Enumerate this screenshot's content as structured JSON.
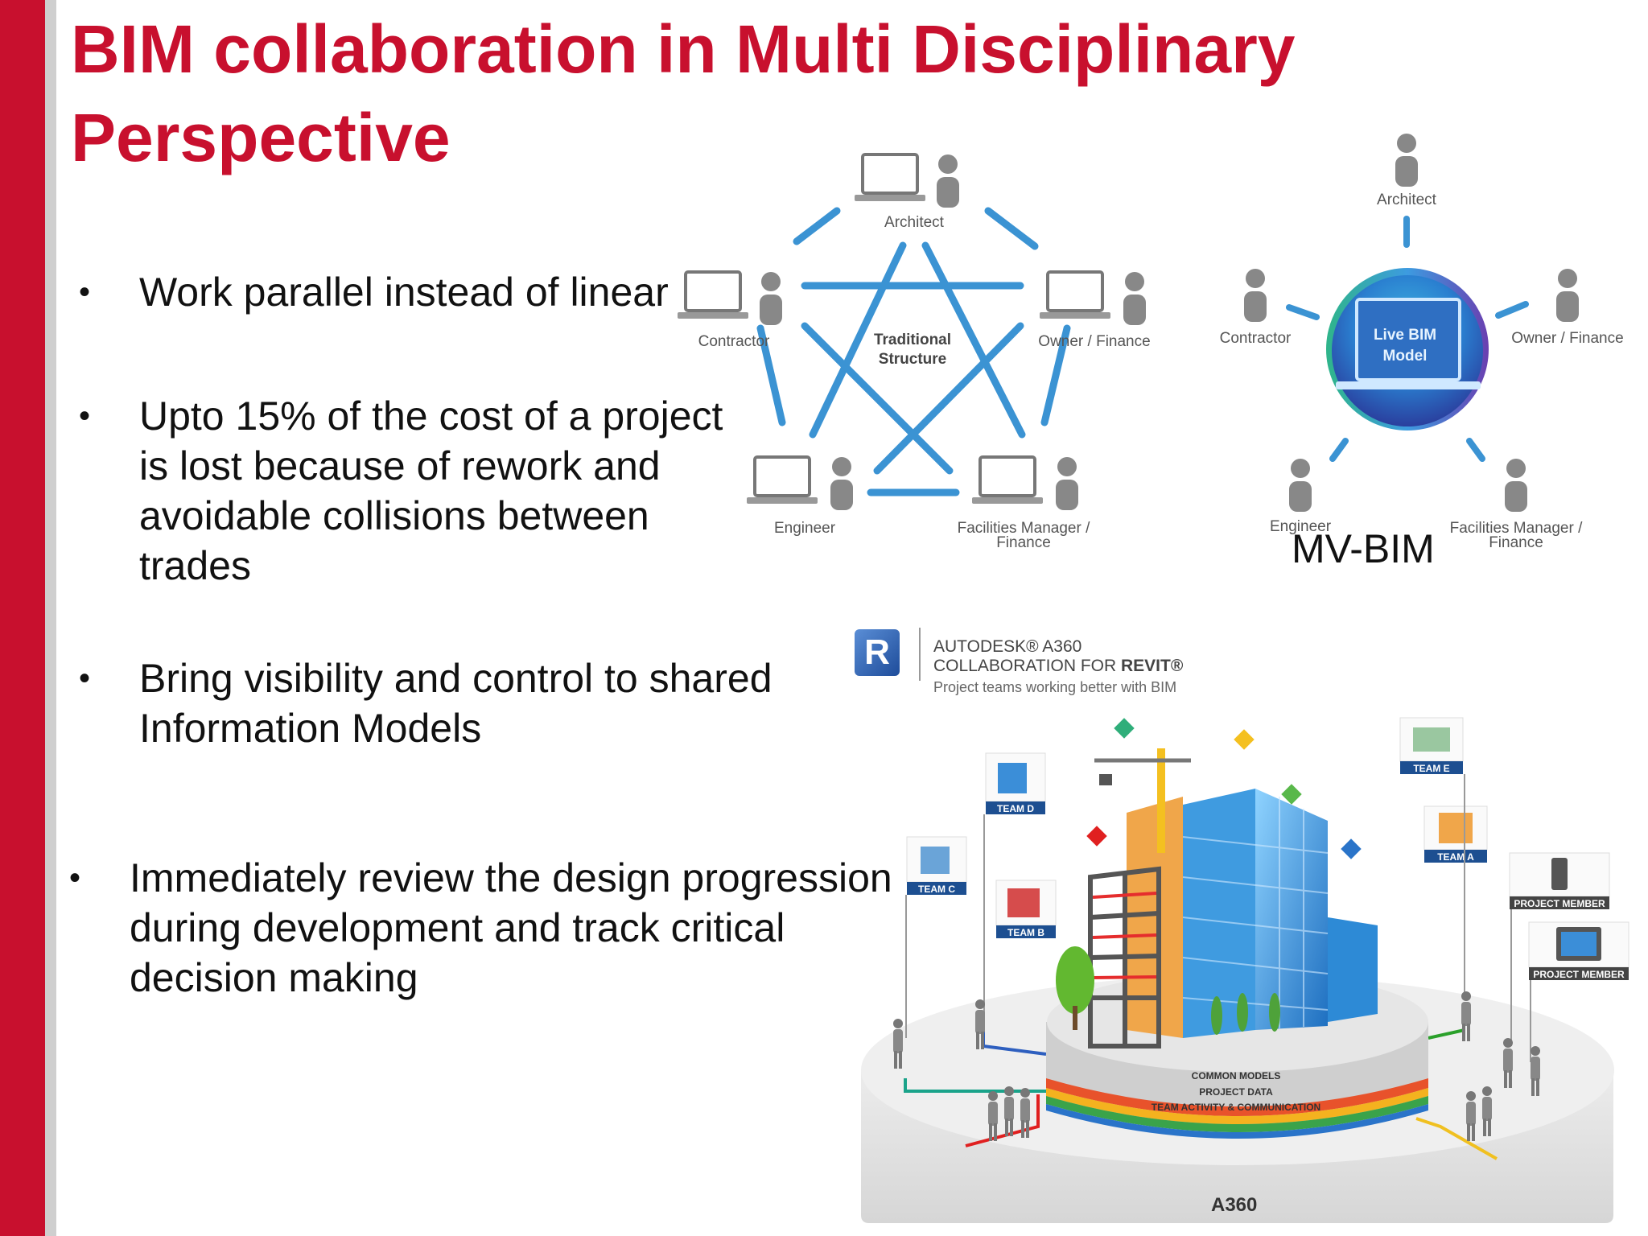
{
  "slide": {
    "title": "BIM collaboration in Multi Disciplinary Perspective",
    "bullets": [
      {
        "text": "Work parallel instead of linear"
      },
      {
        "text": "Upto 15% of the cost of a project\nis lost because of rework and\navoidable collisions between\ntrades"
      },
      {
        "text": "Bring visibility and control to shared\nInformation Models"
      },
      {
        "text": "Immediately review the design progression\nduring development and track critical\ndecision making"
      }
    ]
  },
  "traditional_diagram": {
    "center_label_1": "Traditional",
    "center_label_2": "Structure",
    "nodes": {
      "architect": "Architect",
      "contractor": "Contractor",
      "owner": "Owner / Finance",
      "engineer": "Engineer",
      "facilities_1": "Facilities Manager /",
      "facilities_2": "Finance"
    }
  },
  "mvbim_diagram": {
    "hub_label_1": "Live BIM",
    "hub_label_2": "Model",
    "caption": "MV-BIM",
    "nodes": {
      "architect": "Architect",
      "contractor": "Contractor",
      "owner": "Owner / Finance",
      "engineer": "Engineer",
      "facilities_1": "Facilities Manager /",
      "facilities_2": "Finance"
    }
  },
  "a360": {
    "brand_line": "AUTODESK® A360",
    "product_prefix": "COLLABORATION FOR ",
    "product_name": "REVIT®",
    "tagline": "Project teams working better with BIM",
    "teams": [
      "TEAM D",
      "TEAM C",
      "TEAM B",
      "TEAM E",
      "TEAM A"
    ],
    "members": [
      "PROJECT MEMBER",
      "PROJECT MEMBER"
    ],
    "bands": [
      "COMMON MODELS",
      "PROJECT DATA",
      "TEAM ACTIVITY & COMMUNICATION"
    ],
    "platform_label": "A360"
  },
  "colors": {
    "accent_red": "#c8102e",
    "diagram_blue": "#3b93d3",
    "person_grey": "#8a8a8a",
    "team_tag_blue": "#1d4f91"
  }
}
